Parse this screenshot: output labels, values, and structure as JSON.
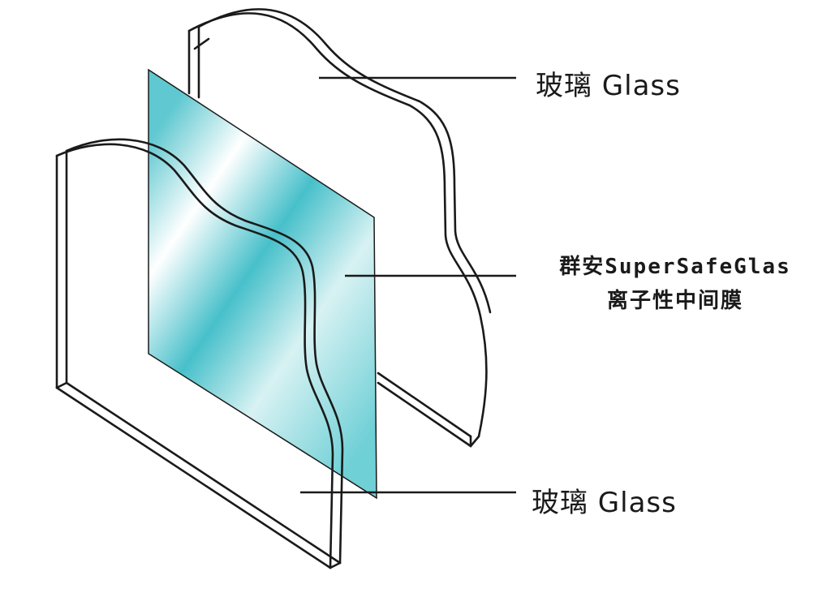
{
  "labels": {
    "glass_top": "玻璃 Glass",
    "interlayer_line1": "群安SuperSafeGlas",
    "interlayer_line2": "离子性中间膜",
    "glass_bottom": "玻璃 Glass"
  },
  "colors": {
    "interlayer_tint": "#4fc3cd",
    "line": "#1a1a1a",
    "background": "#ffffff"
  }
}
